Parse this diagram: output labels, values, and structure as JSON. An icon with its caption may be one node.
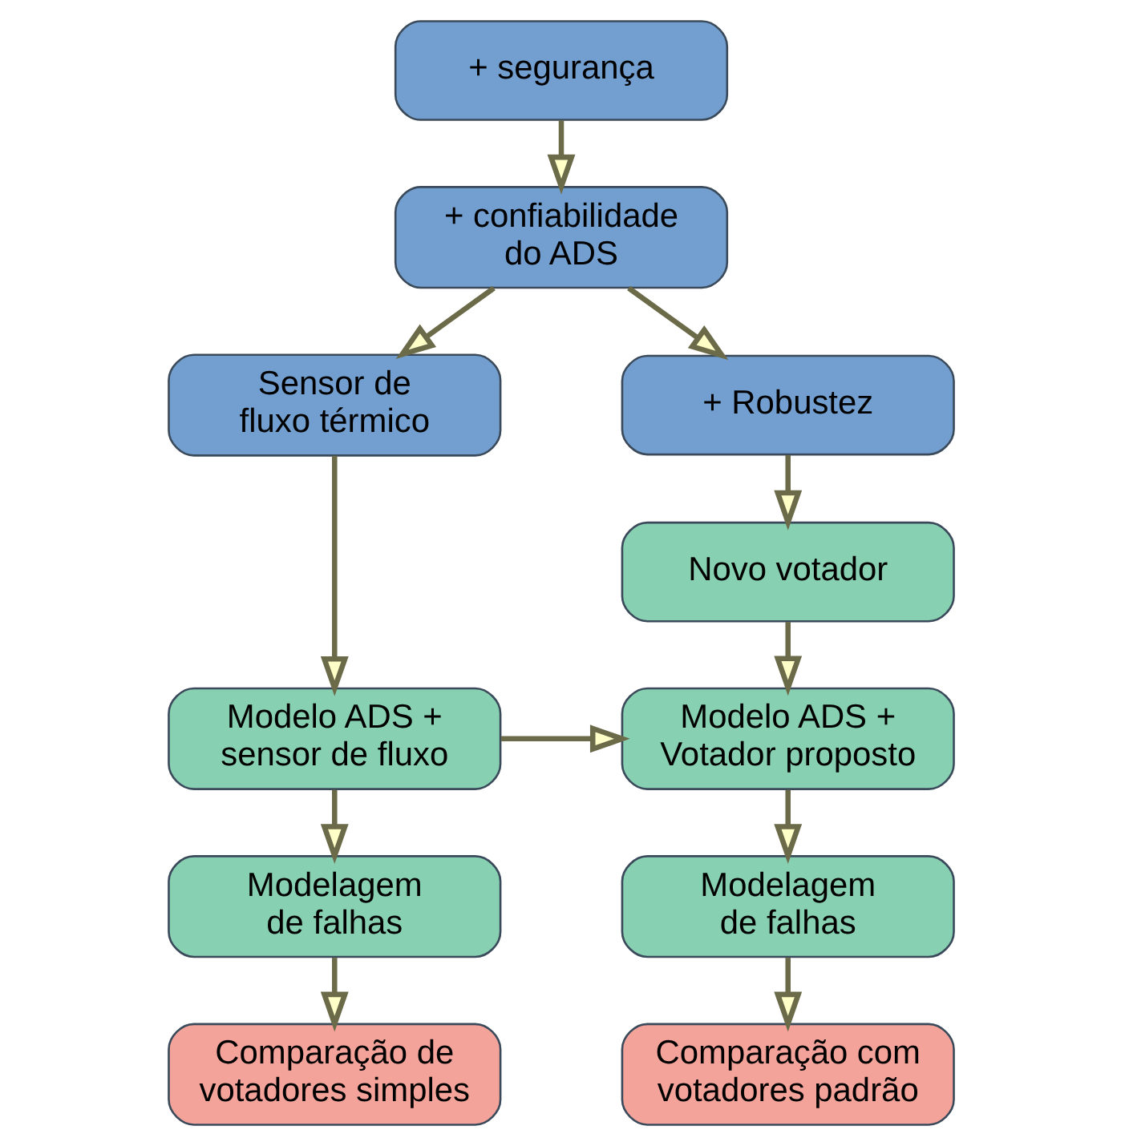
{
  "diagram": {
    "nodes": [
      {
        "text": [
          "+ segurança"
        ]
      },
      {
        "text": [
          "+ confiabilidade do ADS"
        ]
      },
      {
        "text": [
          "Sensor de fluxo térmico"
        ]
      },
      {
        "text": [
          "+ Robustez"
        ]
      },
      {
        "text": [
          "Novo votador"
        ]
      },
      {
        "text": [
          "Modelo ADS + sensor de fluxo"
        ]
      },
      {
        "text": [
          "Modelo ADS + Votador proposto"
        ]
      },
      {
        "text": [
          "Modelagem de falhas"
        ]
      },
      {
        "text": [
          "Modelagem de falhas"
        ]
      },
      {
        "text": [
          "Comparação de votadores simples"
        ]
      },
      {
        "text": [
          "Comparação com votadores padrão"
        ]
      }
    ],
    "edges": [
      {
        "from": 0,
        "to": 1,
        "arrow": "to"
      },
      {
        "from": 1,
        "to": 2,
        "arrow": "to"
      },
      {
        "from": 1,
        "to": 3,
        "arrow": "to"
      },
      {
        "from": 3,
        "to": 4,
        "arrow": "to"
      },
      {
        "from": 2,
        "to": 5,
        "arrow": "to"
      },
      {
        "from": 4,
        "to": 6,
        "arrow": "to"
      },
      {
        "from": 5,
        "to": 6,
        "arrow": "to"
      },
      {
        "from": 5,
        "to": 7,
        "arrow": "to"
      },
      {
        "from": 6,
        "to": 8,
        "arrow": "to"
      },
      {
        "from": 7,
        "to": 9,
        "arrow": "to"
      },
      {
        "from": 8,
        "to": 10,
        "arrow": "to"
      }
    ]
  }
}
